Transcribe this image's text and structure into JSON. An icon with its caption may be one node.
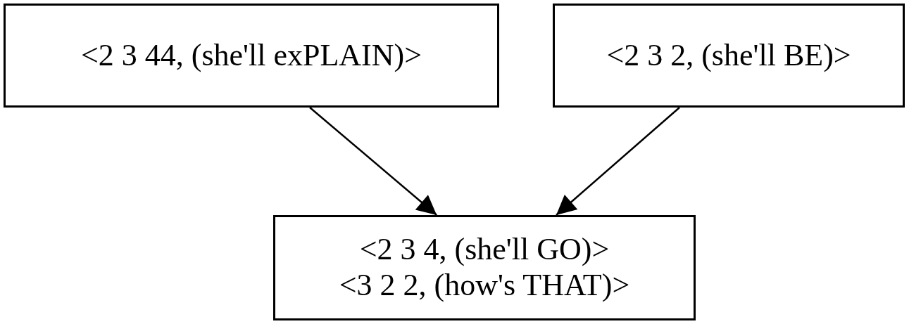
{
  "diagram": {
    "nodes": [
      {
        "text": [
          "<2 3 44, (she'll exPLAIN)>"
        ]
      },
      {
        "text": [
          "<2 3 2, (she'll BE)>"
        ]
      },
      {
        "text": [
          "<2 3 4, (she'll GO)>",
          "<3 2 2, (how's THAT)>"
        ]
      }
    ],
    "edges": [
      {
        "from": 0,
        "to": 2,
        "arrow": "to"
      },
      {
        "from": 1,
        "to": 2,
        "arrow": "to"
      }
    ]
  }
}
